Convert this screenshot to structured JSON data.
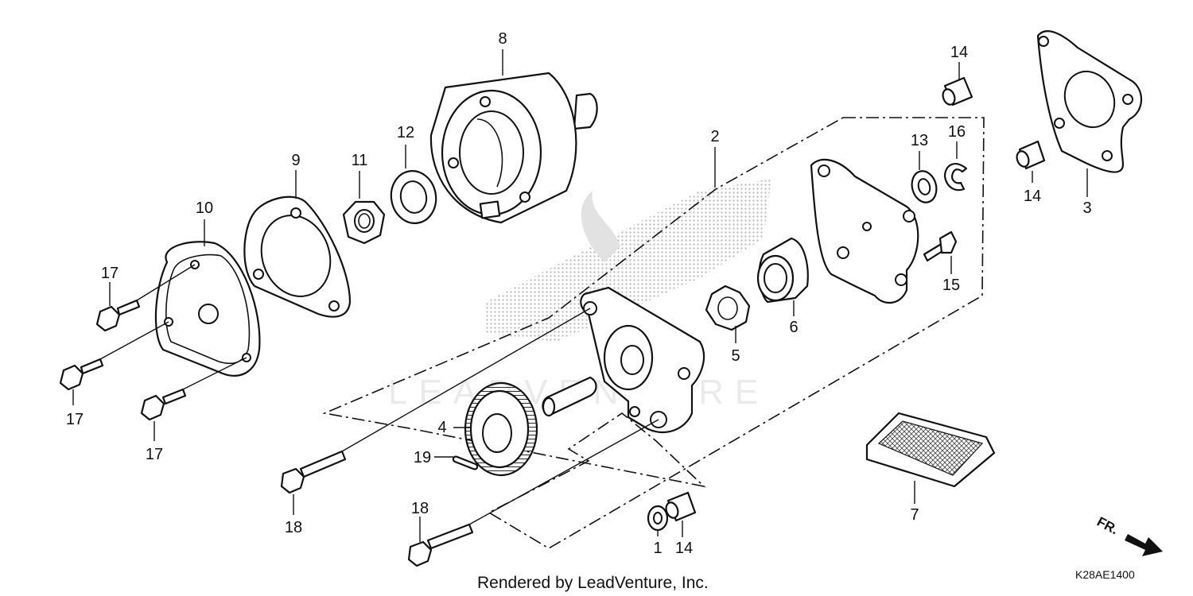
{
  "callouts": {
    "p1": "1",
    "p2": "2",
    "p3": "3",
    "p4": "4",
    "p5": "5",
    "p6": "6",
    "p7": "7",
    "p8": "8",
    "p9": "9",
    "p10": "10",
    "p11": "11",
    "p12": "12",
    "p13": "13",
    "p14a": "14",
    "p14b": "14",
    "p14c": "14",
    "p15": "15",
    "p16": "16",
    "p17a": "17",
    "p17b": "17",
    "p17c": "17",
    "p18a": "18",
    "p18b": "18",
    "p19": "19"
  },
  "footer_text": "Rendered by LeadVenture, Inc.",
  "diagram_code": "K28AE1400",
  "front_indicator": "FR.",
  "watermark_text": "LEADVENTURE",
  "colors": {
    "ink": "#111111",
    "background": "#ffffff",
    "halftone": "#9a9a9a"
  }
}
